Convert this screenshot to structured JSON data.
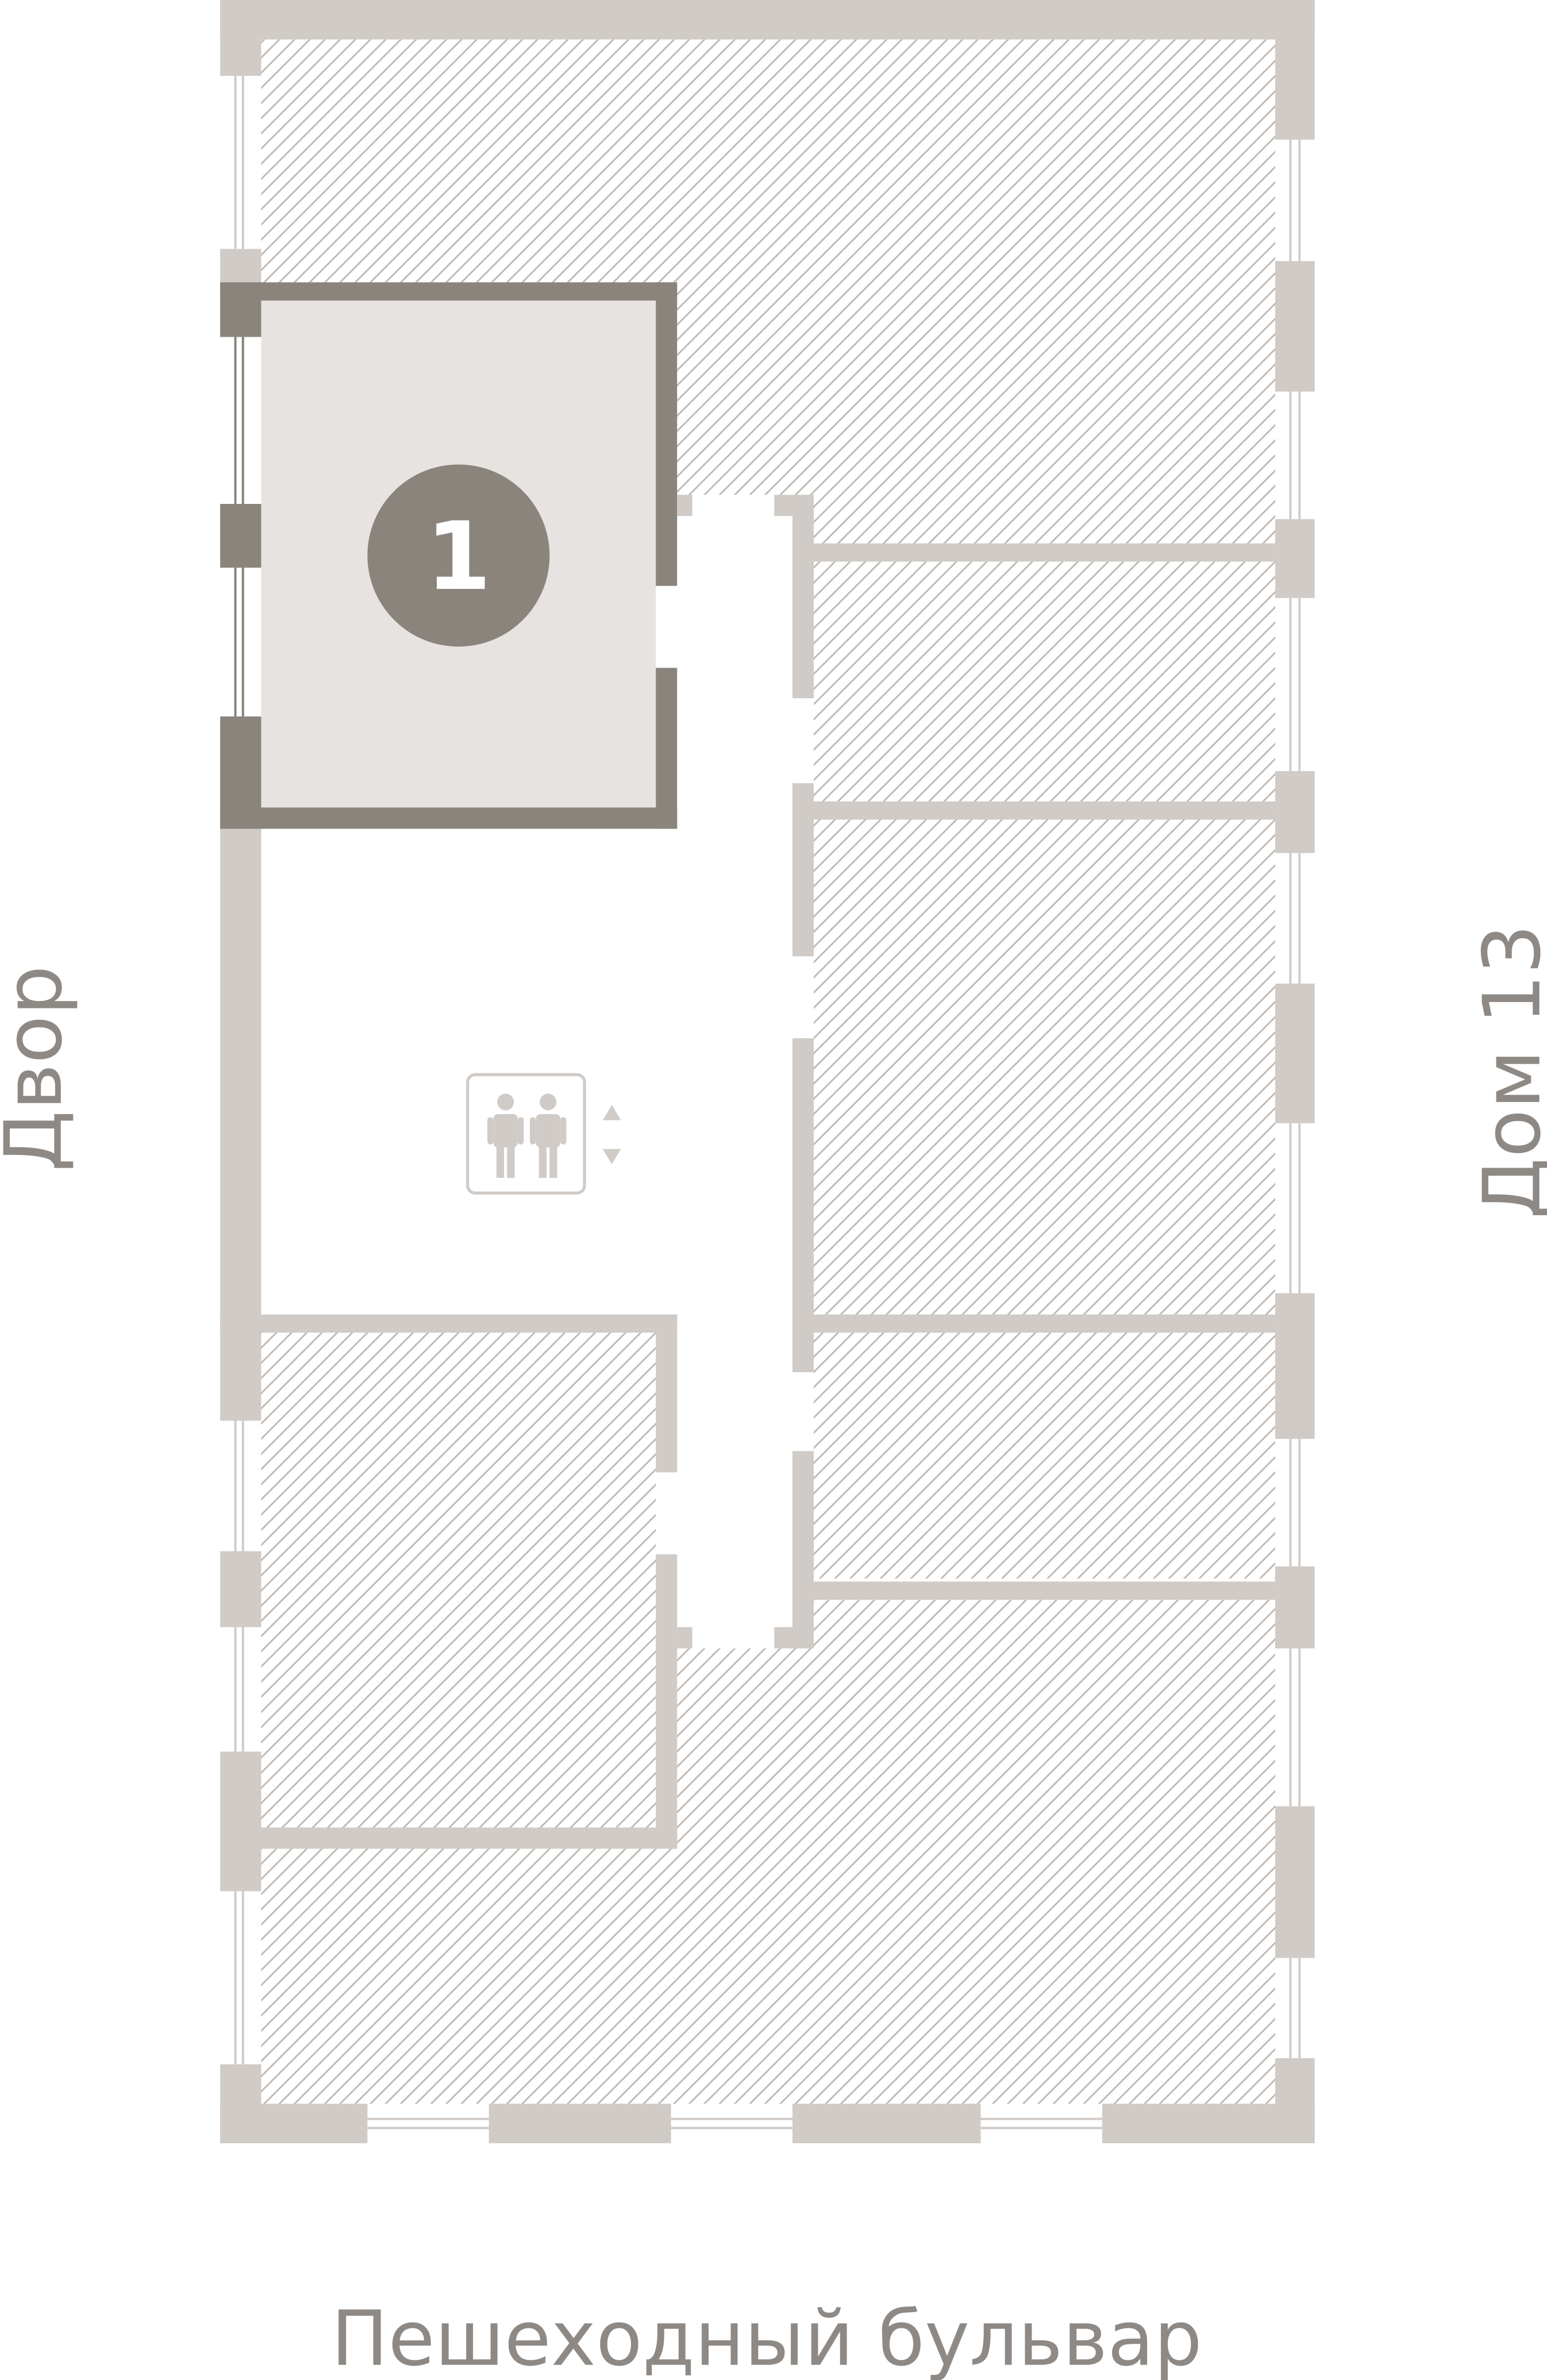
{
  "plan": {
    "selected_unit": {
      "number": "1",
      "state": "highlighted"
    },
    "labels": {
      "left": "Двор",
      "right": "Дом 13",
      "bottom": "Пешеходный бульвар"
    },
    "elevator": {
      "icon": "elevator-icon",
      "up": "arrow-up-icon",
      "down": "arrow-down-icon"
    },
    "colors": {
      "wall": "#d0cbc6",
      "selected_fill": "#e6e3e0",
      "selected_wall": "#8a847d",
      "badge": "#8a847d",
      "hatch": "#bdb8b2",
      "label": "#8e8984"
    }
  }
}
